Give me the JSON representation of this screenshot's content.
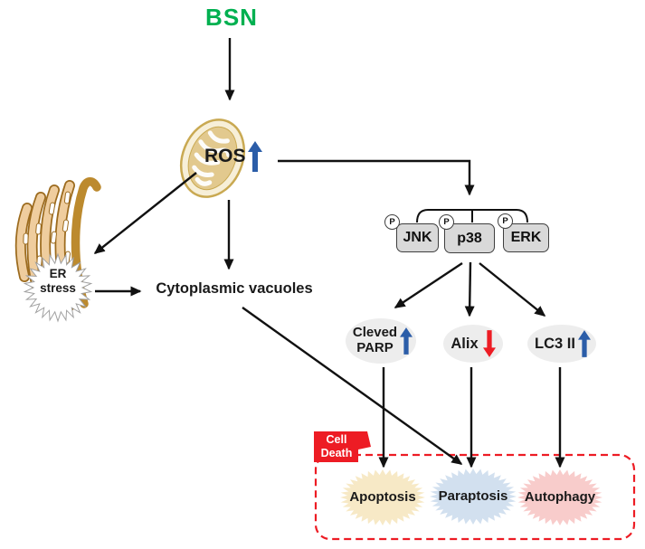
{
  "figure": {
    "compound": {
      "label": "BSN",
      "color": "#00B050"
    },
    "ros": {
      "label": "ROS",
      "trend": "up",
      "trend_color": "#2B5DA8"
    },
    "er_stress": {
      "line1": "ER",
      "line2": "stress"
    },
    "vacuoles": {
      "label": "Cytoplasmic vacuoles"
    },
    "phospho_label": "P",
    "kinases": [
      {
        "label": "JNK"
      },
      {
        "label": "p38"
      },
      {
        "label": "ERK"
      }
    ],
    "effectors": [
      {
        "line1": "Cleved",
        "line2": "PARP",
        "trend": "up",
        "trend_color": "#2B5DA8"
      },
      {
        "label": "Alix",
        "trend": "down",
        "trend_color": "#ED1C24"
      },
      {
        "label": "LC3 II",
        "trend": "up",
        "trend_color": "#2B5DA8"
      }
    ],
    "cell_death": {
      "line1": "Cell",
      "line2": "Death",
      "bg_color": "#ED1C24",
      "border_color": "#ED1C24"
    },
    "outcomes": [
      {
        "label": "Apoptosis",
        "fill": "#F7E9C6"
      },
      {
        "label": "Paraptosis",
        "fill": "#D2E0EF"
      },
      {
        "label": "Autophagy",
        "fill": "#F8CCCB"
      }
    ],
    "organelles": {
      "mitochondria": {
        "outer_fill": "#F7EFD8",
        "border": "#C9A952",
        "inner_fill": "#E2C98E"
      },
      "er": {
        "fill": "#EFCD9E",
        "outline": "#9C6B1E",
        "dark_band": "#BC8A2E"
      }
    }
  }
}
